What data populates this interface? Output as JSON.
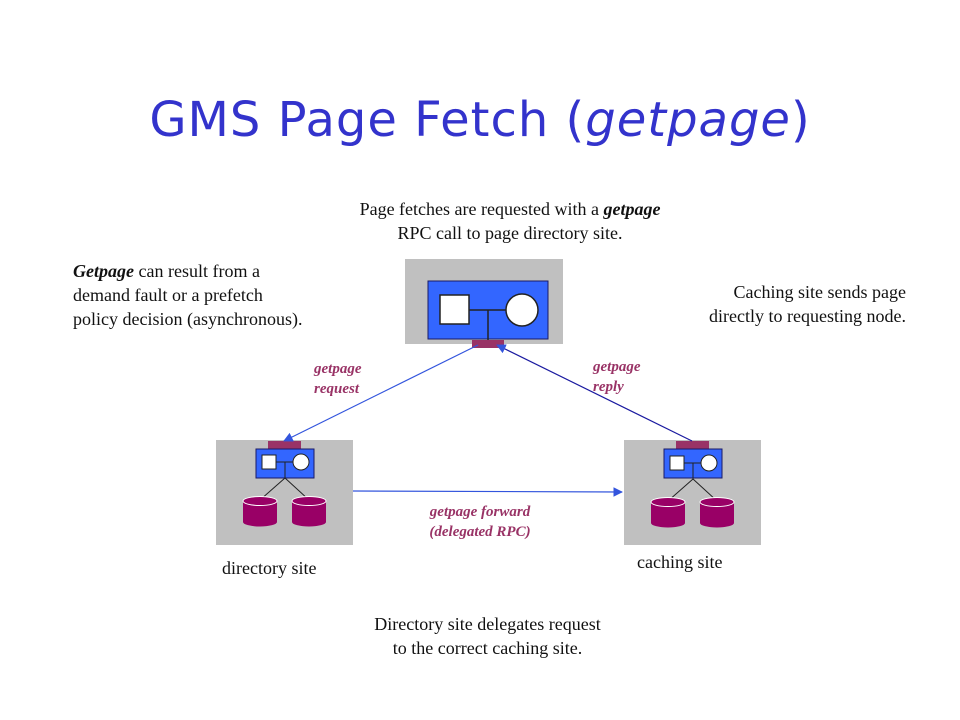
{
  "title": {
    "main": "GMS Page Fetch (",
    "italic": "getpage",
    "close": ")"
  },
  "notes": {
    "top": {
      "line1_pre": "Page fetches are requested with a ",
      "line1_em": "getpage",
      "line2": "RPC call to page directory site."
    },
    "left": {
      "line1_em": "Getpage",
      "line1_post": " can result from a",
      "line2": "demand fault or a prefetch",
      "line3": "policy decision (asynchronous)."
    },
    "right": {
      "line1": "Caching site sends page",
      "line2": "directly to requesting node."
    },
    "bottom": {
      "line1": "Directory site delegates request",
      "line2": "to the correct caching site."
    }
  },
  "edges": {
    "request": {
      "line1": "getpage",
      "line2": "request"
    },
    "reply": {
      "line1": "getpage",
      "line2": "reply"
    },
    "forward": {
      "line1": "getpage forward",
      "line2": "(delegated RPC)"
    }
  },
  "captions": {
    "directory": "directory site",
    "caching": "caching site"
  },
  "colors": {
    "title": "#3333cc",
    "node_bg": "#c0c0c0",
    "cpu_box": "#3366ff",
    "port": "#993366",
    "disk": "#990066",
    "arrow": "#3355dd",
    "edge_label": "#993366"
  }
}
